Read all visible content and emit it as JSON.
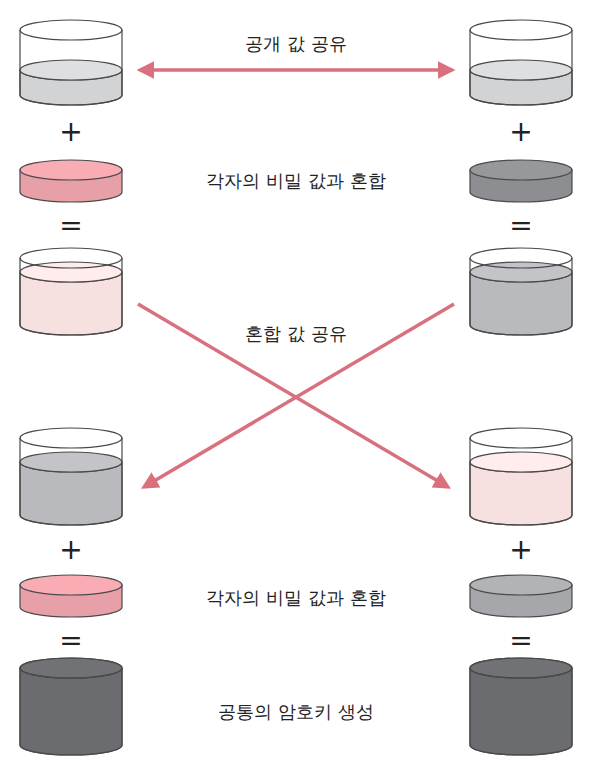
{
  "diagram": {
    "labels": [
      "공개 값 공유",
      "+",
      "+",
      "각자의 비밀 값과 혼합",
      "=",
      "=",
      "혼합 값 공유",
      "+",
      "+",
      "각자의 비밀 값과 혼합",
      "=",
      "=",
      "공통의 암호키 생성"
    ]
  }
}
